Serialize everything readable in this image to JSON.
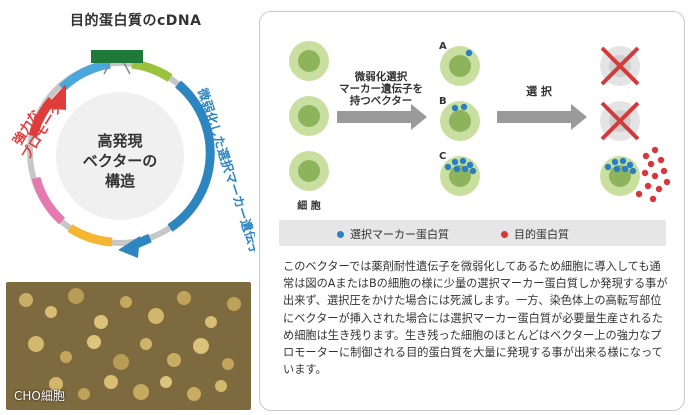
{
  "plasmid": {
    "title": "目的蛋白質のcDNA",
    "center_label": [
      "高発現",
      "ベクターの",
      "構造"
    ],
    "promoter_label": [
      "強力な",
      "プロモーター"
    ],
    "weak_marker_label": "微弱化した選択マーカー遺伝子"
  },
  "photo": {
    "label": "CHO細胞"
  },
  "process": {
    "step1_label": [
      "微弱化選択",
      "マーカー遺伝子を",
      "持つベクター"
    ],
    "step2_label": "選 択",
    "cells_caption": "細 胞",
    "letters": [
      "A",
      "B",
      "C"
    ]
  },
  "legend": {
    "marker": "選択マーカー蛋白質",
    "target": "目的蛋白質"
  },
  "description": "このベクターでは薬剤耐性遺伝子を微弱化してあるため細胞に導入しても通常は図のAまたはBの細胞の様に少量の選択マーカー蛋白質しか発現する事が出来ず、選択圧をかけた場合には死滅します。一方、染色体上の高転写部位にベクターが挿入された場合には選択マーカー蛋白質が必要量生産されるため細胞は生き残ります。生き残った細胞のほとんどはベクター上の強力なプロモーターに制御される目的蛋白質を大量に発現する事が出来る様になっています。",
  "colors": {
    "cell_outer": "#c8dfa0",
    "cell_inner": "#8db45a",
    "marker_dot": "#2a7fc4",
    "target_dot": "#d9353b",
    "arrow_gray": "#9a9a9a",
    "cross": "#d23b3b",
    "plasmid_blue": "#2e86c1",
    "promoter_red": "#e03c3c",
    "cdna_green": "#1f7a3a"
  }
}
